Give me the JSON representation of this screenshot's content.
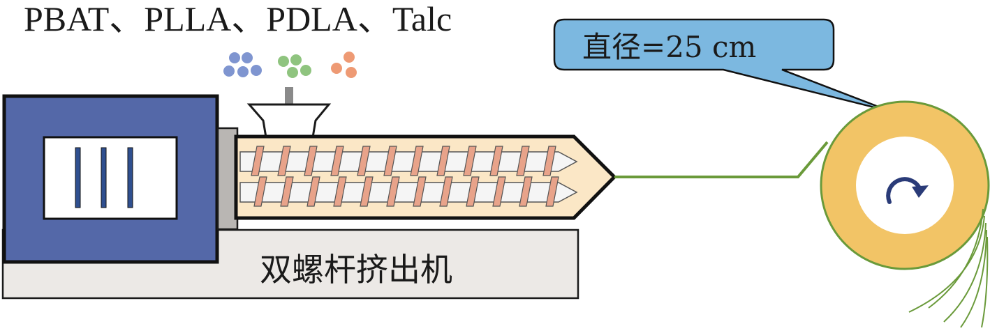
{
  "diagram": {
    "materials_label": "PBAT、PLLA、PDLA、Talc",
    "machine_label": "双螺杆挤出机",
    "callout_label": "直径=25 cm"
  },
  "colors": {
    "motor_body": "#5468a8",
    "motor_panel": "#ffffff",
    "motor_slot": "#2f4f8f",
    "base_plate": "#ece9e6",
    "connector": "#b9b6b3",
    "barrel": "#fbe7c6",
    "screw_flight": "#e8a38a",
    "screw_shaft": "#f5f5f5",
    "filament": "#6a9a3a",
    "roll_ring": "#f2c466",
    "callout_fill": "#7cb8e0",
    "pellet_blue": "#7f95d0",
    "pellet_green": "#8fc47f",
    "pellet_orange": "#ee9a74"
  },
  "icons": {
    "feed_arrow": "down-arrow-icon",
    "rotation": "clockwise-rotation-icon"
  }
}
